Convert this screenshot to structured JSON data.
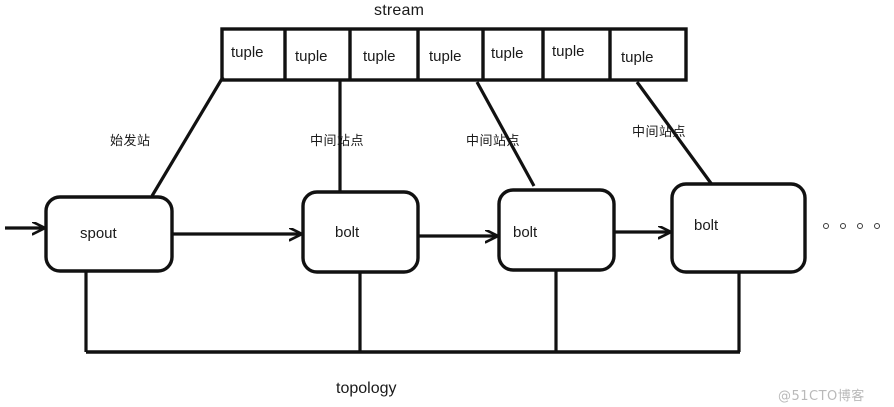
{
  "diagram": {
    "title": "stream",
    "bottom_label": "topology",
    "watermark": "@51CTO博客",
    "stream": {
      "label": "stream",
      "cells": [
        {
          "label": "tuple"
        },
        {
          "label": "tuple"
        },
        {
          "label": "tuple"
        },
        {
          "label": "tuple"
        },
        {
          "label": "tuple"
        },
        {
          "label": "tuple"
        },
        {
          "label": "tuple"
        }
      ]
    },
    "nodes": [
      {
        "label": "spout",
        "type": "spout"
      },
      {
        "label": "bolt",
        "type": "bolt"
      },
      {
        "label": "bolt",
        "type": "bolt"
      },
      {
        "label": "bolt",
        "type": "bolt"
      }
    ],
    "connector_labels": [
      {
        "label": "始发站"
      },
      {
        "label": "中间站点"
      },
      {
        "label": "中间站点"
      },
      {
        "label": "中间站点"
      }
    ],
    "continuation": "· · · ·",
    "colors": {
      "stroke": "#111111",
      "text": "#1a1a1a",
      "background": "#ffffff",
      "watermark": "#b9b9b9"
    }
  }
}
